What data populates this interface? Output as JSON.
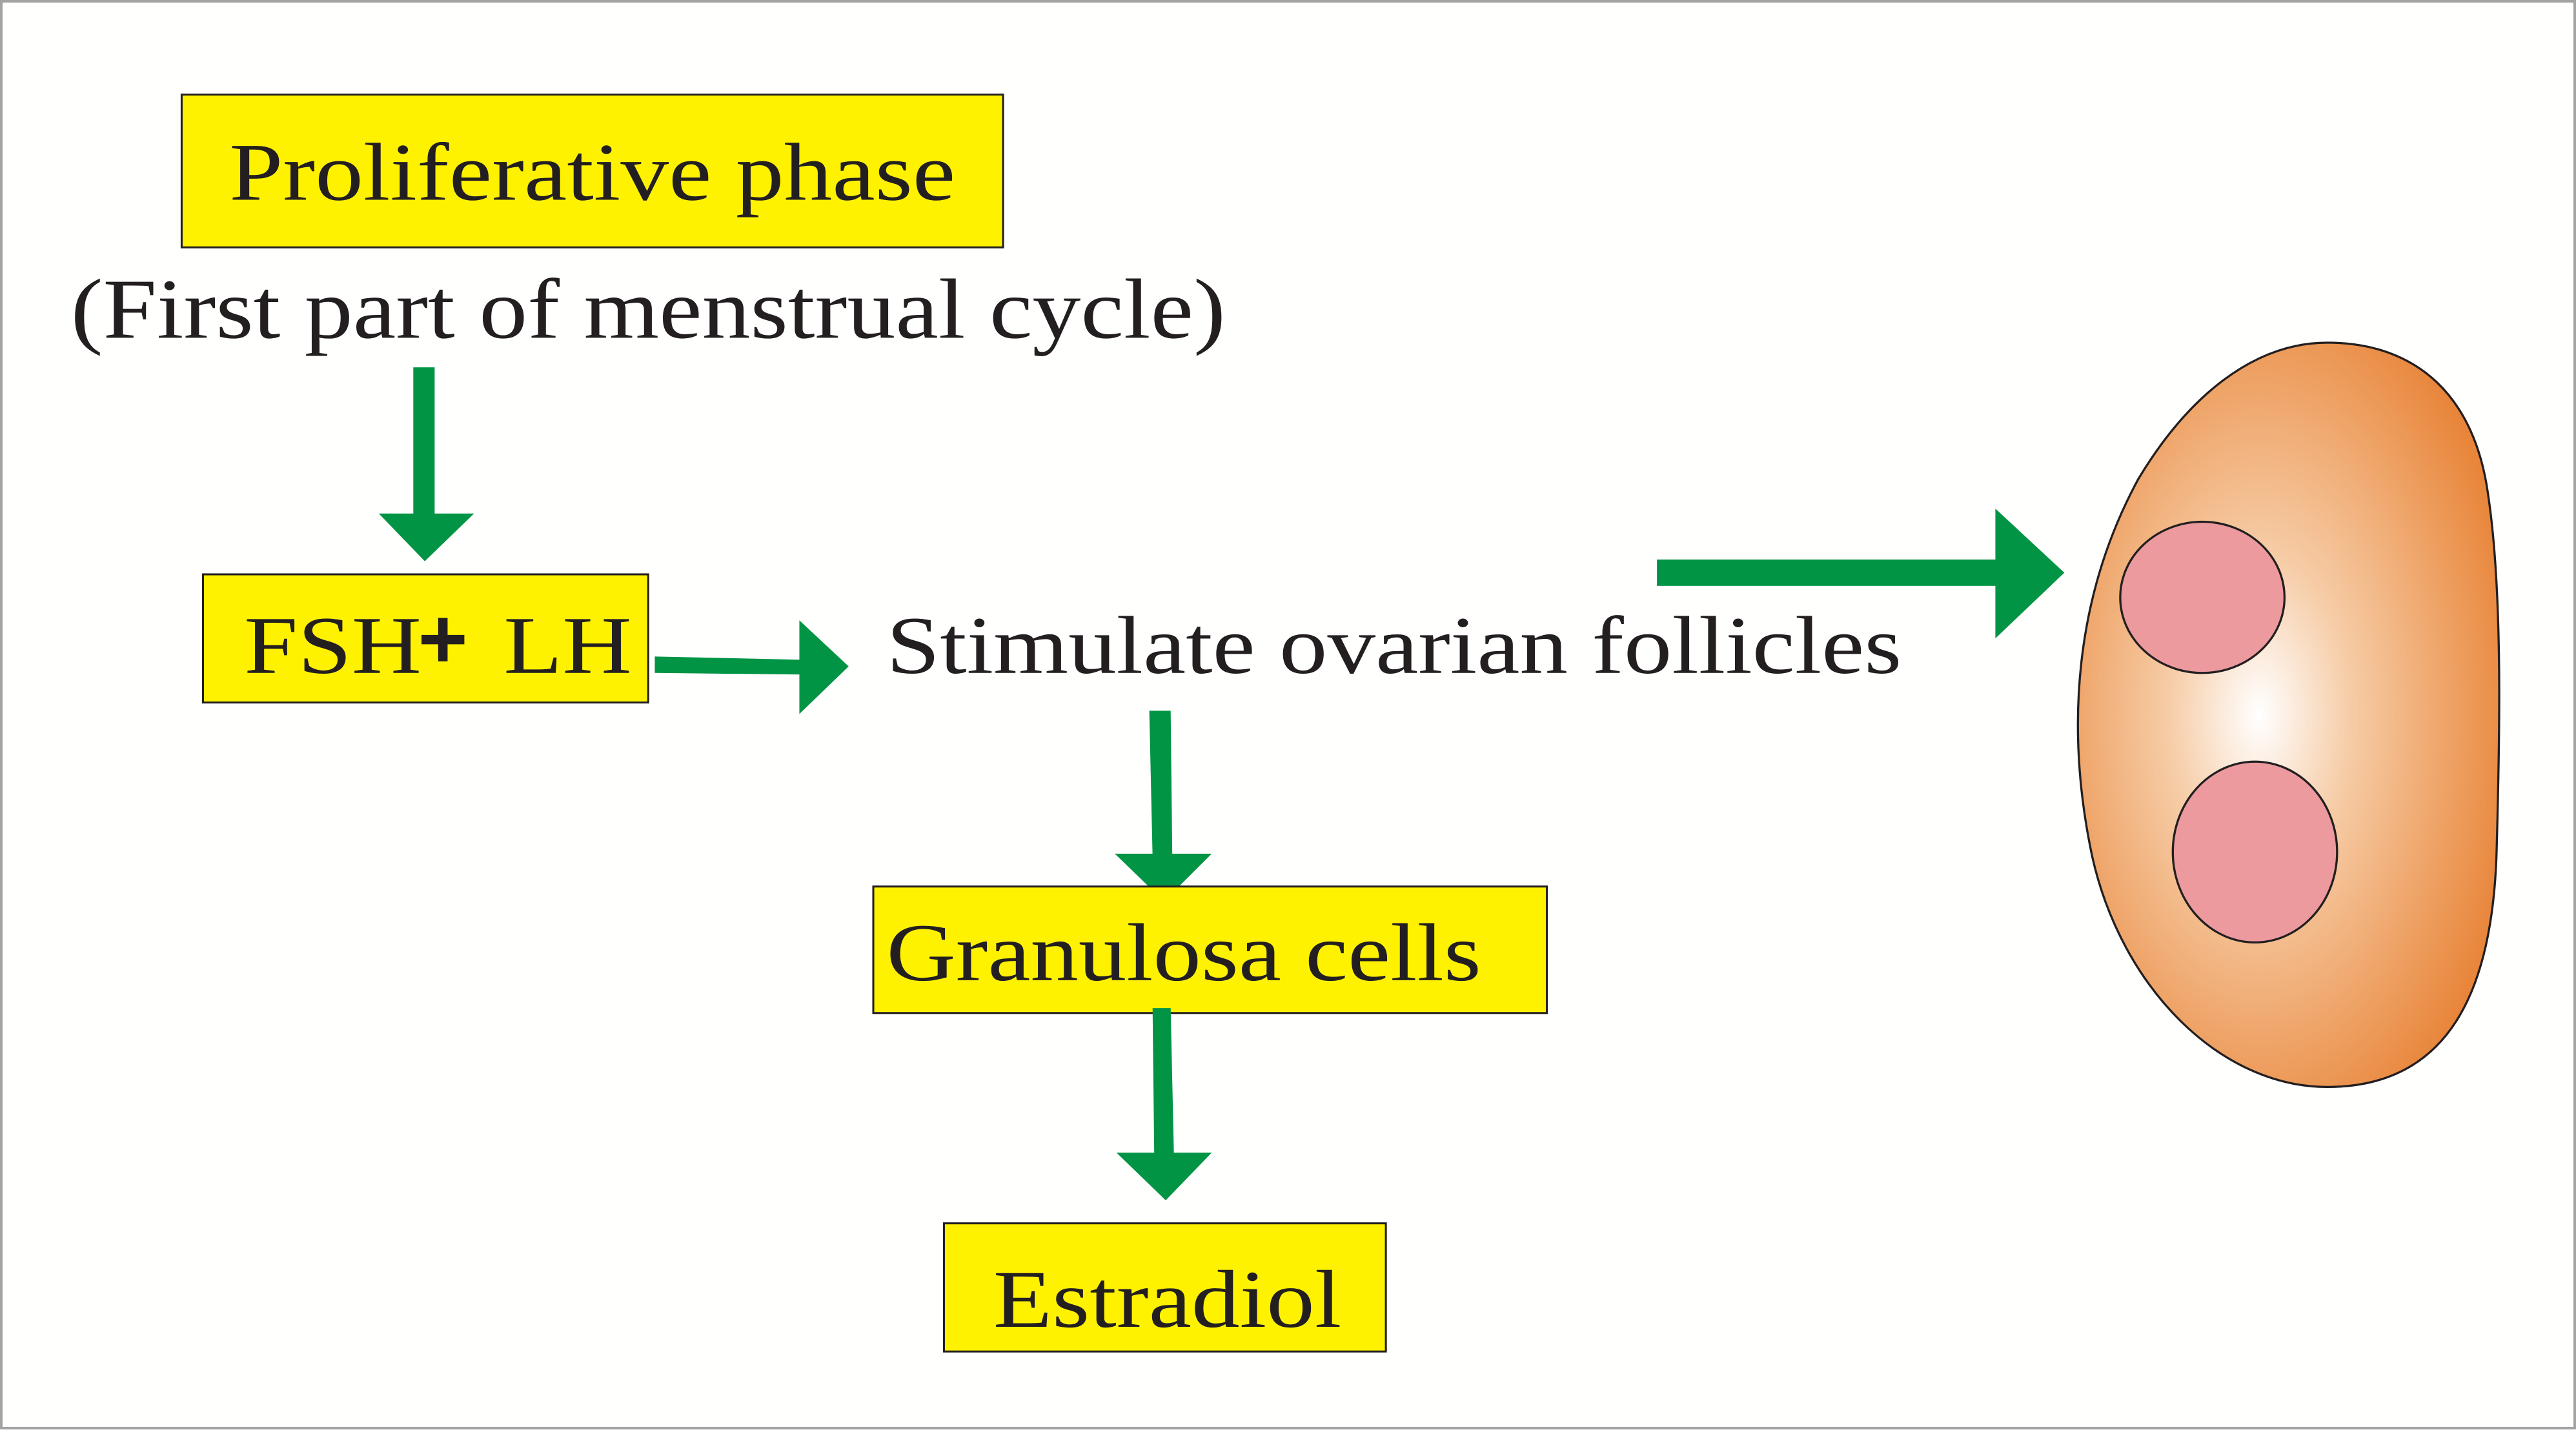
{
  "diagram": {
    "title_box": {
      "label": "Proliferative phase"
    },
    "subtitle": "(First part of menstrual cycle)",
    "hormones_box": {
      "left": "FSH",
      "plus": "+",
      "right": "LH"
    },
    "action_text": "Stimulate ovarian follicles",
    "granulosa_box": {
      "label": "Granulosa cells"
    },
    "estradiol_box": {
      "label": "Estradiol"
    },
    "ovary": {
      "follicle_count": 2
    },
    "flow": [
      "Proliferative phase -> FSH + LH",
      "FSH + LH -> Stimulate ovarian follicles",
      "Stimulate ovarian follicles -> Ovary",
      "Stimulate ovarian follicles -> Granulosa cells",
      "Granulosa cells -> Estradiol"
    ],
    "colors": {
      "box_fill": "#FFF200",
      "arrow": "#009444",
      "ovary_edge": "#E8853A",
      "ovary_center": "#FFFFFF",
      "follicle": "#EC9A9E",
      "text": "#231F20"
    }
  }
}
